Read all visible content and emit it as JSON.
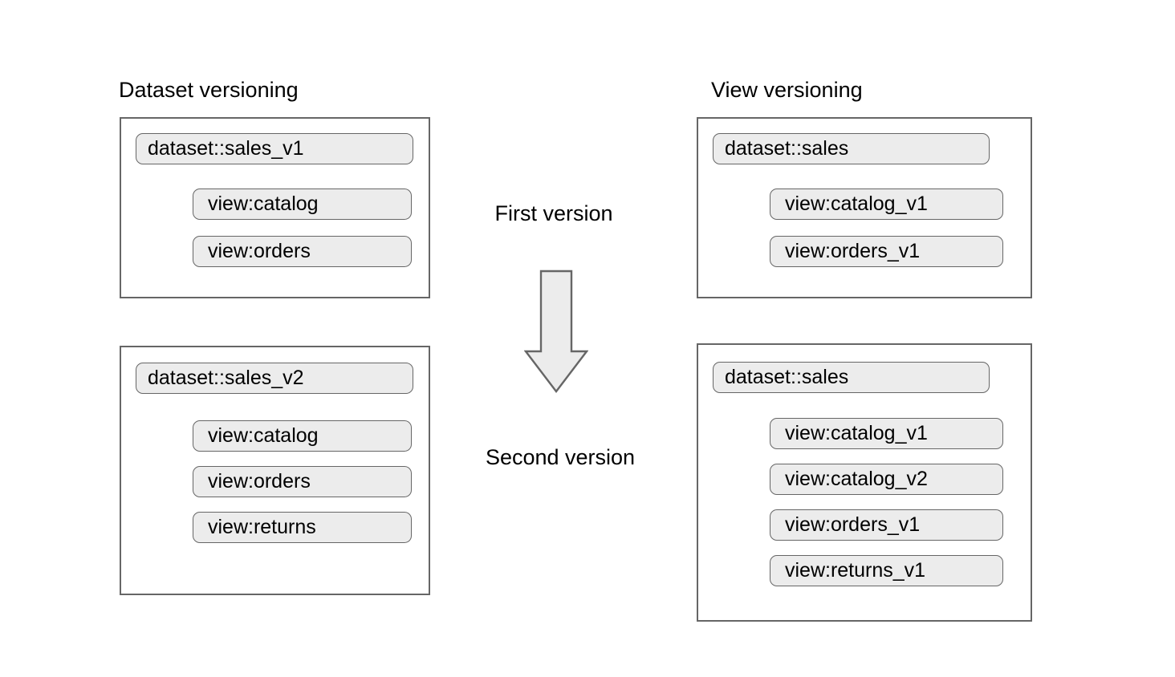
{
  "diagram": {
    "title_left": "Dataset versioning",
    "title_right": "View versioning",
    "center_labels": {
      "first": "First version",
      "second": "Second version"
    },
    "arrow": {
      "name": "down-arrow-icon",
      "direction": "down",
      "fill": "#ececec",
      "stroke": "#666666"
    },
    "colors": {
      "panel_border": "#666666",
      "pill_fill": "#ececec",
      "pill_border": "#666666",
      "text": "#000000",
      "background": "#ffffff"
    },
    "panels": [
      {
        "id": "dataset-v1",
        "column": "Dataset versioning",
        "row": "First version",
        "dataset": "dataset::sales_v1",
        "views": [
          "view:catalog",
          "view:orders"
        ]
      },
      {
        "id": "view-v1",
        "column": "View versioning",
        "row": "First version",
        "dataset": "dataset::sales",
        "views": [
          "view:catalog_v1",
          "view:orders_v1"
        ]
      },
      {
        "id": "dataset-v2",
        "column": "Dataset versioning",
        "row": "Second version",
        "dataset": "dataset::sales_v2",
        "views": [
          "view:catalog",
          "view:orders",
          "view:returns"
        ]
      },
      {
        "id": "view-v2",
        "column": "View versioning",
        "row": "Second version",
        "dataset": "dataset::sales",
        "views": [
          "view:catalog_v1",
          "view:catalog_v2",
          "view:orders_v1",
          "view:returns_v1"
        ]
      }
    ]
  }
}
